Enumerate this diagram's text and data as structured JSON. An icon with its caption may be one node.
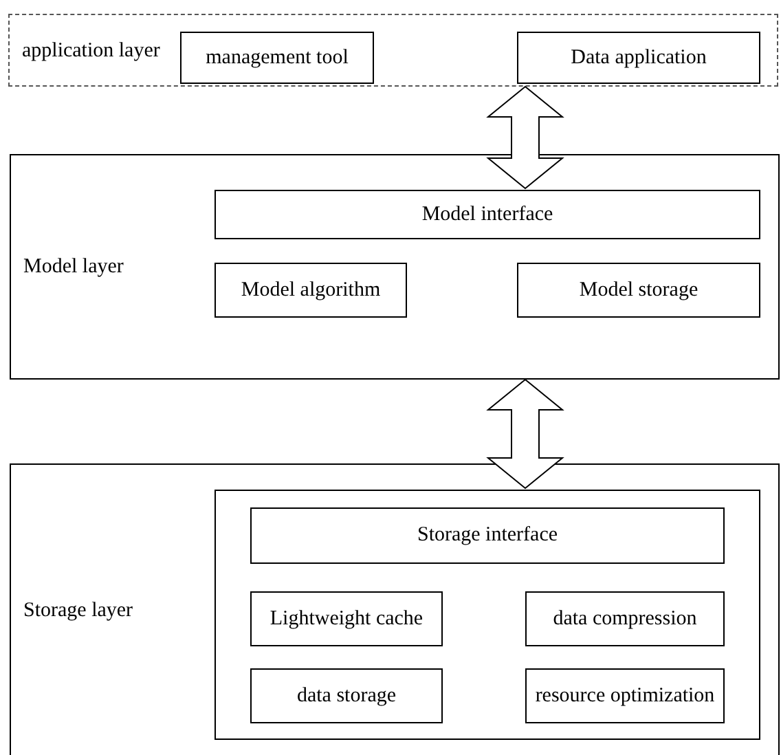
{
  "diagram": {
    "nodes": [
      {
        "text": [
          "application layer"
        ]
      },
      {
        "text": [
          "management tool"
        ],
        "in": 0
      },
      {
        "text": [
          "Data application"
        ],
        "in": 0
      },
      {
        "text": [
          "Model layer"
        ]
      },
      {
        "text": [
          "Model interface"
        ],
        "in": 3
      },
      {
        "text": [
          "Model algorithm"
        ],
        "in": 3
      },
      {
        "text": [
          "Model storage"
        ],
        "in": 3
      },
      {
        "text": [
          "Storage layer"
        ]
      },
      {
        "text": [],
        "shape": "box",
        "in": 7
      },
      {
        "text": [
          "Storage interface"
        ],
        "in": 8
      },
      {
        "text": [
          "Lightweight cache"
        ],
        "in": 8
      },
      {
        "text": [
          "data compression"
        ],
        "in": 8
      },
      {
        "text": [
          "data storage"
        ],
        "in": 8
      },
      {
        "text": [
          "resource optimization"
        ],
        "in": 8
      }
    ],
    "edges": [
      {
        "from": 0,
        "to": 4,
        "arrow": "both"
      },
      {
        "from": 3,
        "to": 8,
        "arrow": "both"
      }
    ]
  }
}
